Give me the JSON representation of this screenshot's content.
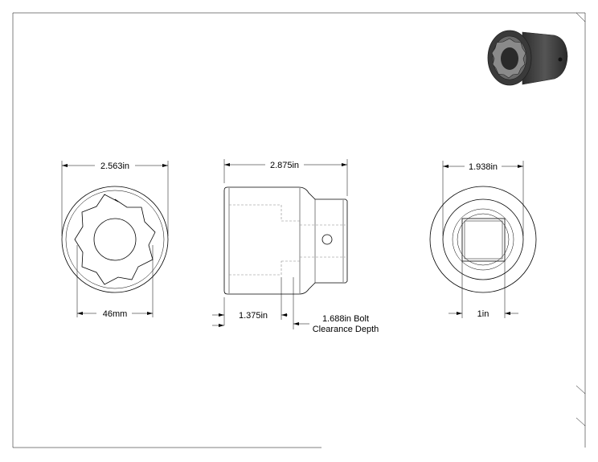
{
  "dimensions": {
    "front_outer_diameter": "2.563in",
    "front_drive_size": "46mm",
    "side_overall_length": "2.875in",
    "side_shoulder": "1.375in",
    "side_bolt_clearance_line1": "1.688in Bolt",
    "side_bolt_clearance_line2": "Clearance Depth",
    "rear_diameter": "1.938in",
    "rear_square_drive": "1in"
  },
  "colors": {
    "line": "#000000",
    "hidden_line": "#888888",
    "render_dark": "#3a3a3a",
    "render_mid": "#5c5c5c"
  },
  "icons": {
    "isometric_render": "socket-render-icon"
  }
}
